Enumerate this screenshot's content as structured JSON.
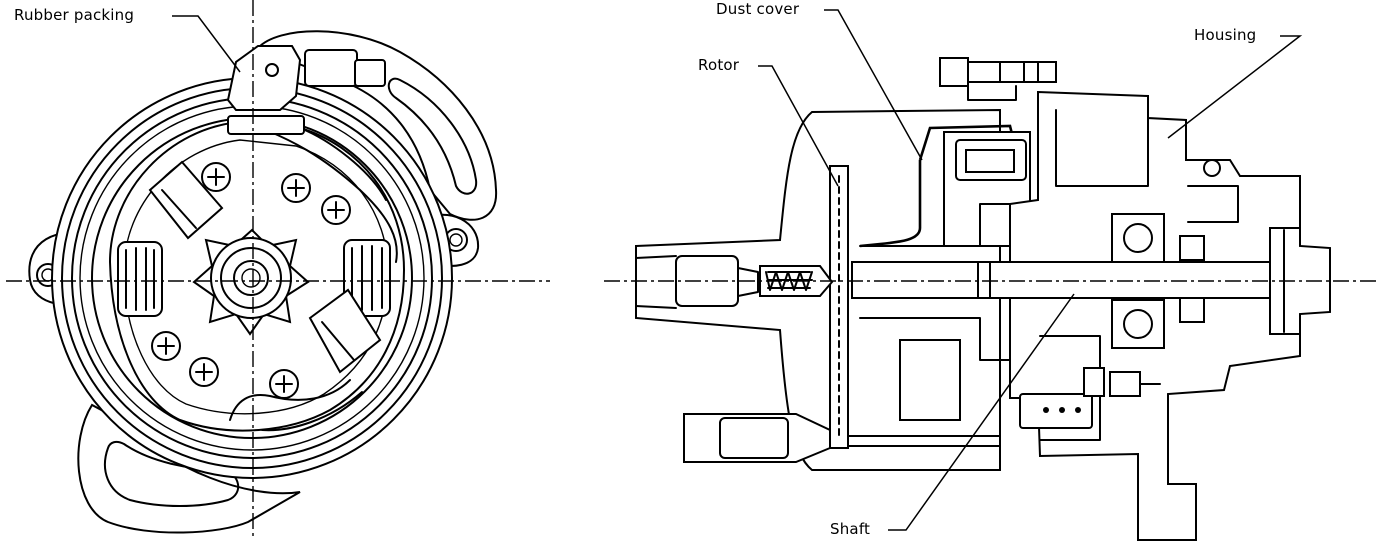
{
  "callouts": {
    "rubber_packing": "Rubber packing",
    "dust_cover": "Dust cover",
    "rotor": "Rotor",
    "housing": "Housing",
    "shaft": "Shaft"
  }
}
